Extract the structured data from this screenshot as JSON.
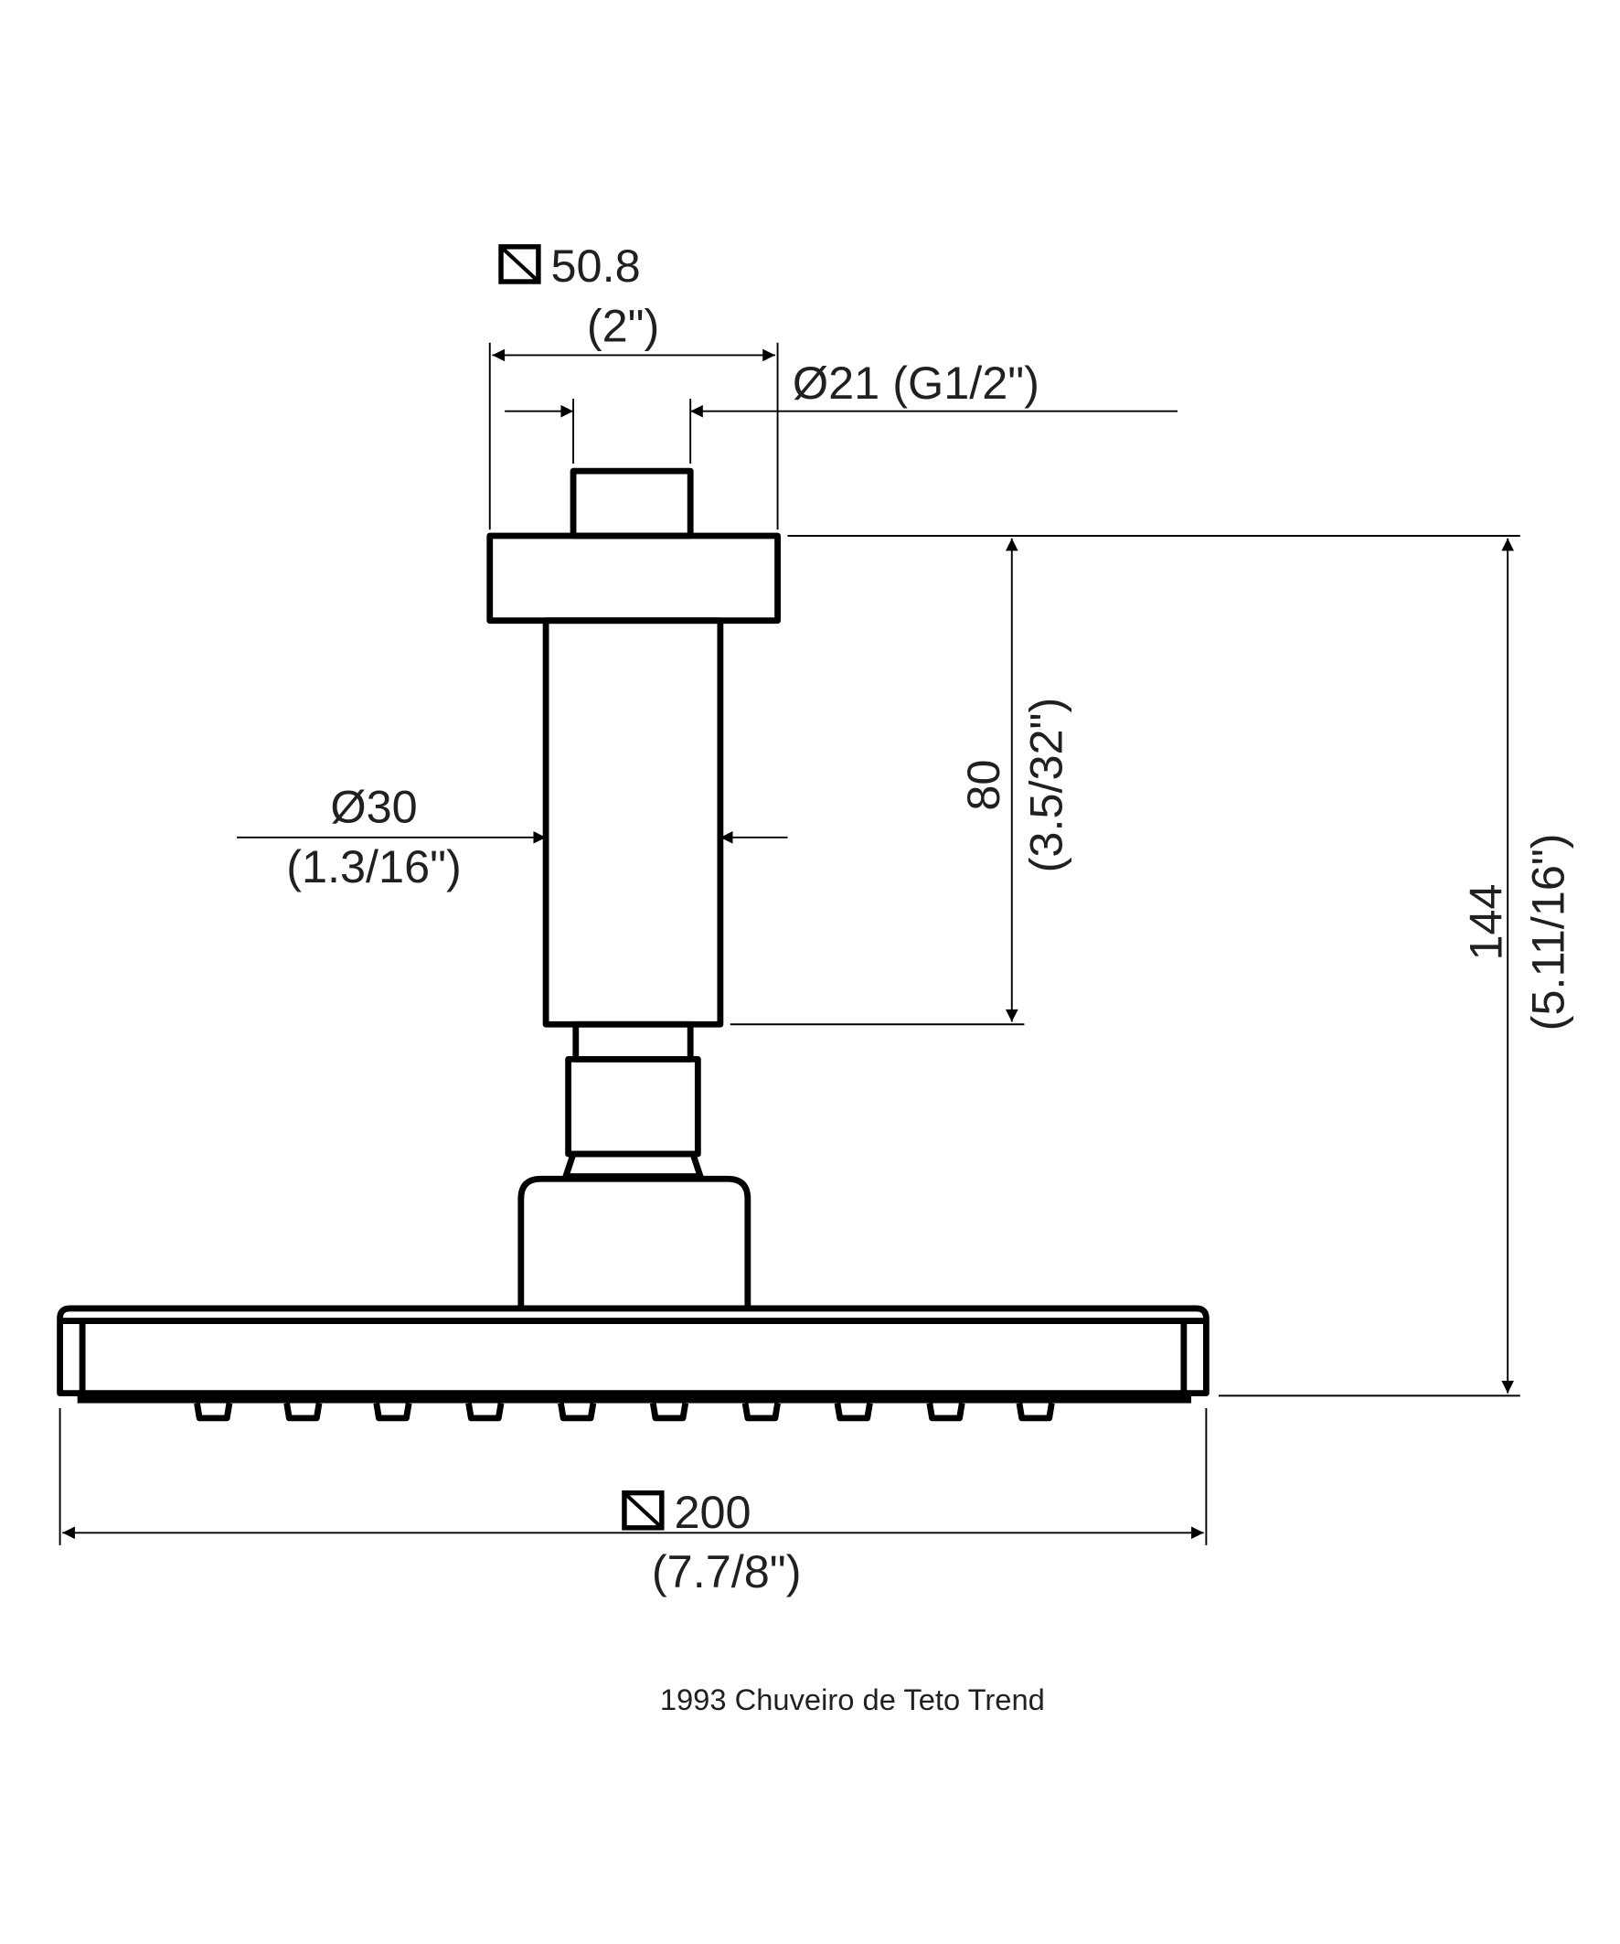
{
  "drawing": {
    "caption": "1993 Chuveiro de Teto Trend",
    "dimensions": {
      "flange_width": {
        "value": "50.8",
        "imperial": "(2\")",
        "symbol": "square"
      },
      "thread": {
        "value": "Ø21 (G1/2\")"
      },
      "tube_diameter": {
        "value": "Ø30",
        "imperial": "(1.3/16\")"
      },
      "tube_length": {
        "value": "80",
        "imperial": "(3.5/32\")"
      },
      "total_height": {
        "value": "144",
        "imperial": "(5.11/16\")"
      },
      "head_width": {
        "value": "200",
        "imperial": "(7.7/8\")",
        "symbol": "square"
      }
    }
  }
}
